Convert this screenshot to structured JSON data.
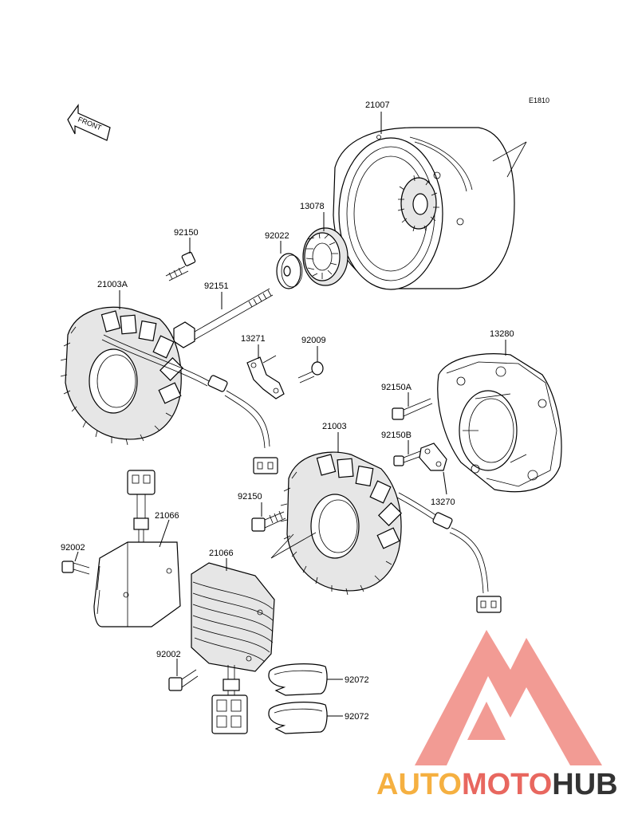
{
  "diagram": {
    "ref_code": "E1810",
    "front_label": "FRONT",
    "parts": [
      {
        "id": "p21007",
        "label": "21007",
        "name": "flywheel-rotor"
      },
      {
        "id": "p13078",
        "label": "13078",
        "name": "starter-gear"
      },
      {
        "id": "p92022",
        "label": "92022",
        "name": "washer"
      },
      {
        "id": "p92150a",
        "label": "92150",
        "name": "bolt"
      },
      {
        "id": "p92151",
        "label": "92151",
        "name": "long-bolt"
      },
      {
        "id": "p21003A",
        "label": "21003A",
        "name": "stator-coil-a"
      },
      {
        "id": "p13271",
        "label": "13271",
        "name": "bracket"
      },
      {
        "id": "p92009",
        "label": "92009",
        "name": "screw"
      },
      {
        "id": "p13280",
        "label": "13280",
        "name": "generator-cover"
      },
      {
        "id": "p92150A",
        "label": "92150A",
        "name": "bolt-a"
      },
      {
        "id": "p92150B",
        "label": "92150B",
        "name": "bolt-b"
      },
      {
        "id": "p21003",
        "label": "21003",
        "name": "stator-coil"
      },
      {
        "id": "p13270",
        "label": "13270",
        "name": "plate"
      },
      {
        "id": "p92150c",
        "label": "92150",
        "name": "bolt-c"
      },
      {
        "id": "p21066a",
        "label": "21066",
        "name": "regulator-a"
      },
      {
        "id": "p92002a",
        "label": "92002",
        "name": "bolt-regulator-a"
      },
      {
        "id": "p21066b",
        "label": "21066",
        "name": "regulator-b"
      },
      {
        "id": "p92002b",
        "label": "92002",
        "name": "bolt-regulator-b"
      },
      {
        "id": "p92072a",
        "label": "92072",
        "name": "clamp-a"
      },
      {
        "id": "p92072b",
        "label": "92072",
        "name": "clamp-b"
      }
    ]
  },
  "watermark": {
    "word_auto": "AUTO",
    "word_moto": "MOTO",
    "word_hub": "HUB",
    "color_auto": "#f5b041",
    "color_moto": "#e8675f",
    "color_hub": "#333333",
    "logo_color": "#f08a82"
  }
}
